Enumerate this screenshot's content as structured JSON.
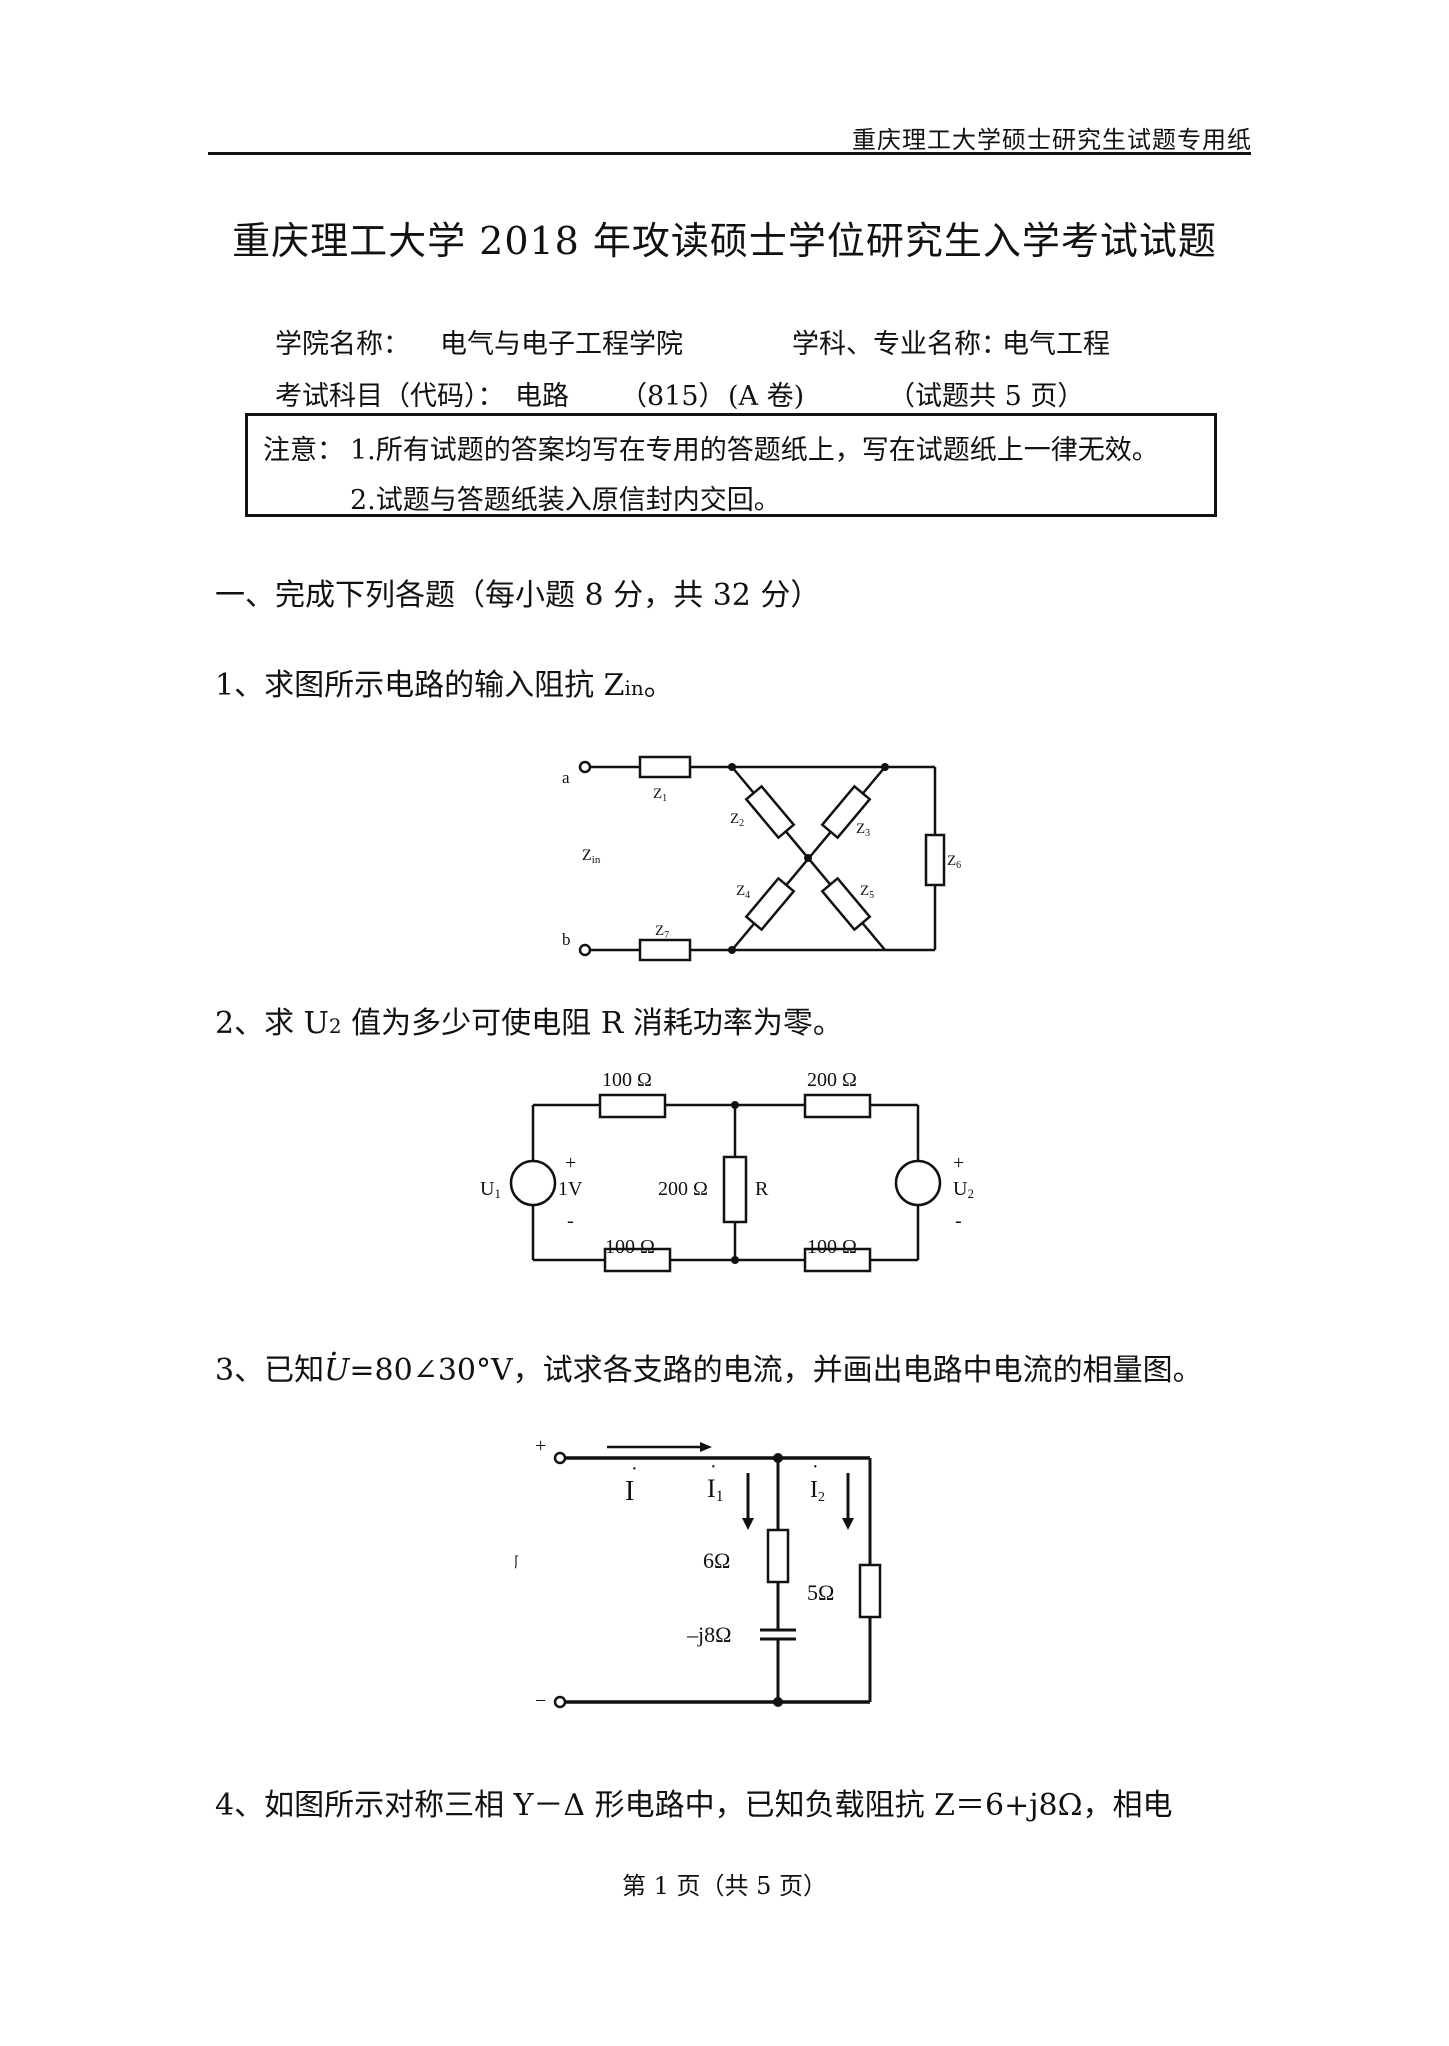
{
  "header": {
    "label": "重庆理工大学硕士研究生试题专用纸"
  },
  "title": "重庆理工大学 2018 年攻读硕士学位研究生入学考试试题",
  "meta": {
    "college_label": "学院名称：",
    "college": "电气与电子工程学院",
    "major_label": "学科、专业名称：",
    "major": "电气工程",
    "subject_label": "考试科目（代码）：",
    "subject": "电路",
    "code": "（815）",
    "paper": "(A 卷)",
    "pages": "（试题共 5 页）"
  },
  "notice": {
    "lead": "注意：",
    "line1": "1.所有试题的答案均写在专用的答题纸上，写在试题纸上一律无效。",
    "line2": "2.试题与答题纸装入原信封内交回。"
  },
  "section1": "一、完成下列各题（每小题 8 分，共 32 分）",
  "questions": {
    "q1": {
      "text": "1、求图所示电路的输入阻抗 Z",
      "subscript": "in",
      "end": "。",
      "circuit": {
        "a": "a",
        "b": "b",
        "zin": "Z",
        "zin_sub": "in",
        "z1": "1",
        "z2": "2",
        "z3": "3",
        "z4": "4",
        "z5": "5",
        "z6": "6",
        "z7": "7",
        "zchar": "Z"
      }
    },
    "q2": {
      "text_before": "2、求 U",
      "subscript": "2",
      "text_after": " 值为多少可使电阻 R 消耗功率为零。",
      "circuit": {
        "r_top_left": "100 Ω",
        "r_top_right": "200 Ω",
        "r_mid": "200 Ω",
        "r_mid_name": "R",
        "r_bot_left": "100 Ω",
        "r_bot_right": "100 Ω",
        "u1": "U",
        "u1_sub": "1",
        "u1_value": "1V",
        "u2": "U",
        "u2_sub": "2",
        "plus": "+",
        "minus": "-"
      }
    },
    "q3": {
      "text_before": "3、已知",
      "u_symbol": "U",
      "text_after": "=80∠30°V，试求各支路的电流，并画出电路中电流的相量图。",
      "circuit": {
        "plus": "+",
        "minus": "−",
        "u": "U",
        "i": "I",
        "i1": "I",
        "i1_sub": "1",
        "i2": "I",
        "i2_sub": "2",
        "r1": "6Ω",
        "c1": "–j8Ω",
        "r2": "5Ω"
      }
    },
    "q4": {
      "text": "4、如图所示对称三相 Y－Δ 形电路中，已知负载阻抗 Z＝6+j8Ω，相电"
    }
  },
  "footer": "第 1 页（共 5 页）"
}
